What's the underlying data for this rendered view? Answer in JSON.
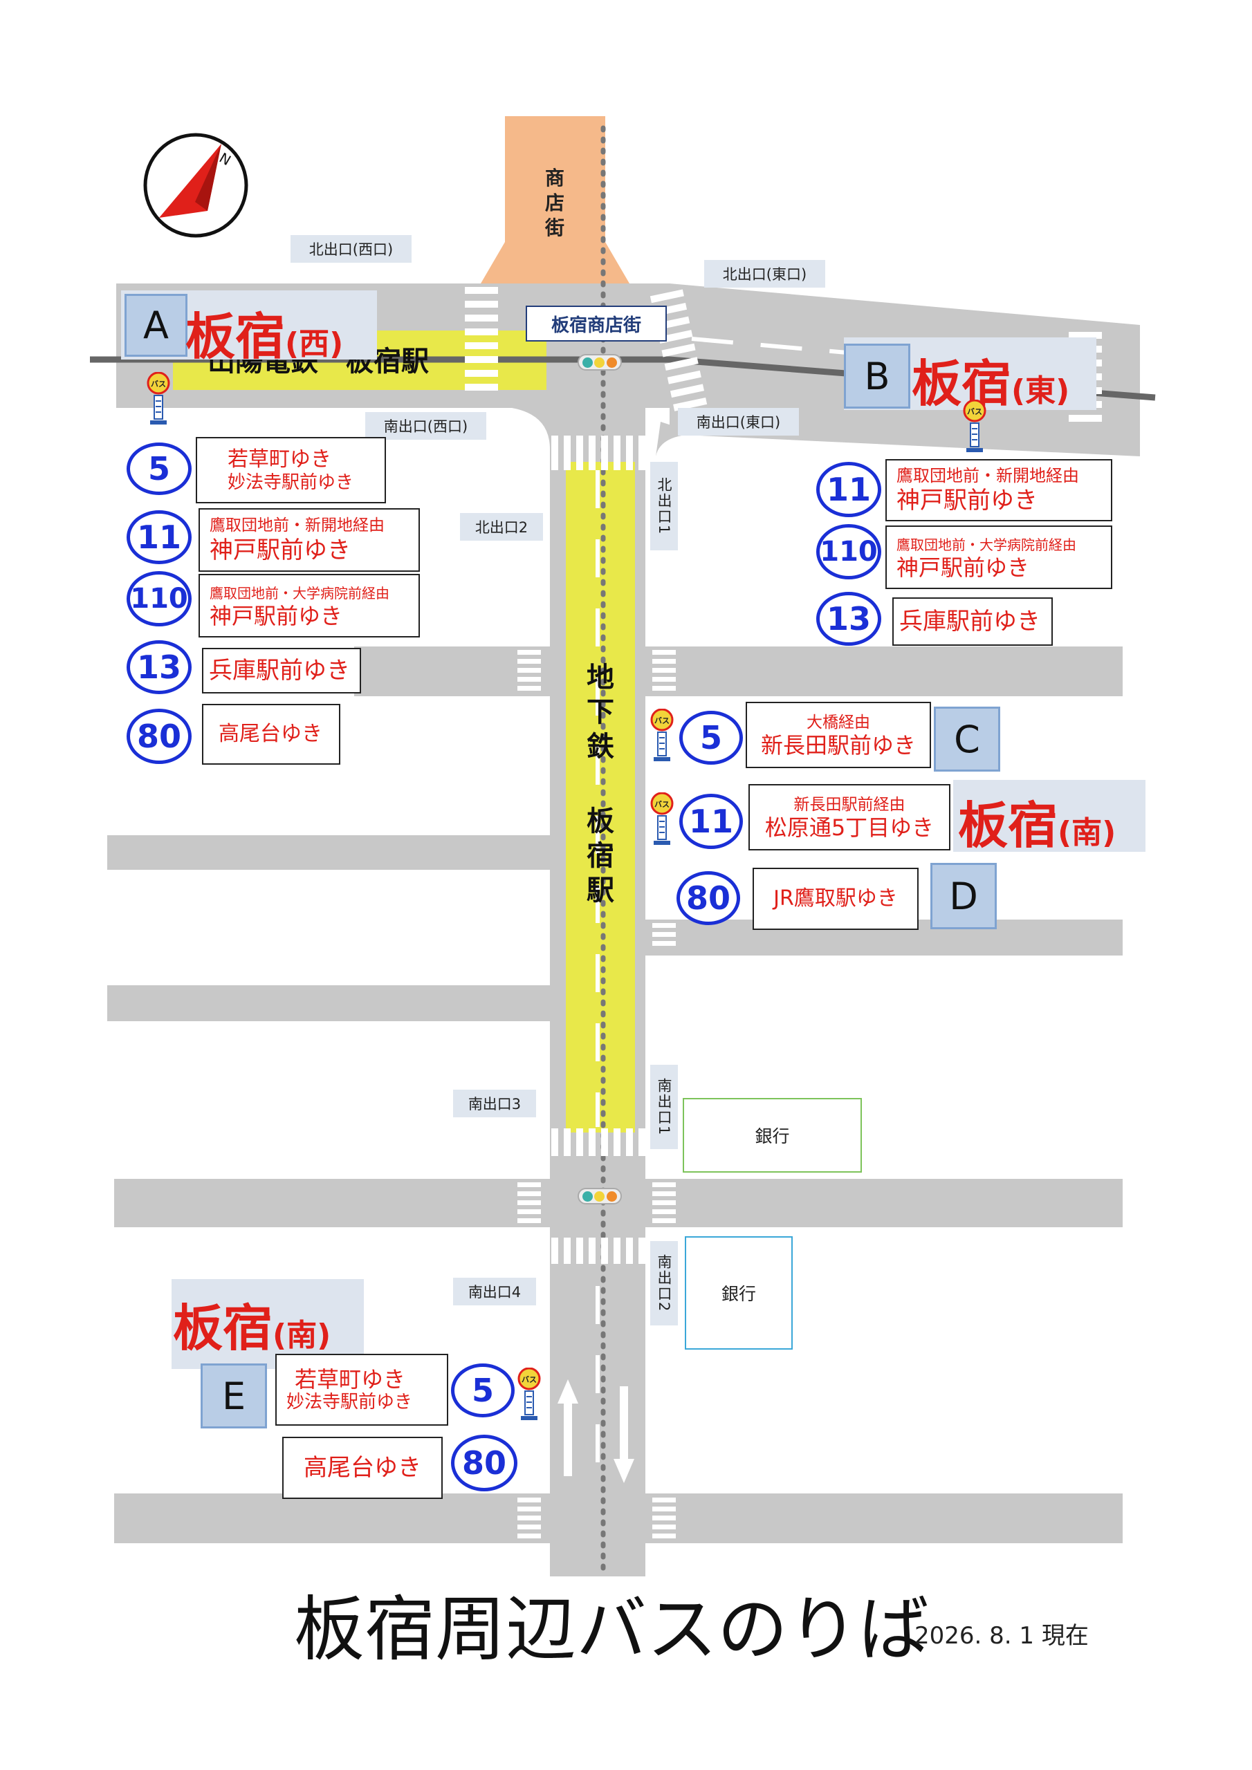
{
  "title": "板宿周辺バスのりば",
  "date": "2026. 8. 1 現在",
  "compass": {
    "label": "N"
  },
  "colors": {
    "route_blue": "#1a2fd6",
    "dest_red": "#e0201a",
    "station_yellow": "#e8e84a",
    "road_gray": "#c8c8c8",
    "stop_label_bg": "#b9cde6",
    "shotengai_orange": "#f5b98a"
  },
  "places": {
    "shotengai": "商店街",
    "shotengai_sign": "板宿商店街",
    "sanyo_station": "山陽電鉄　板宿駅",
    "subway_station_1": "地下鉄",
    "subway_station_2": "板宿駅",
    "bank_1": "銀行",
    "bank_2": "銀行"
  },
  "exits": {
    "north_west": "北出口(西口)",
    "north_east": "北出口(東口)",
    "south_west": "南出口(西口)",
    "south_east": "南出口(東口)",
    "north_1": "北出口1",
    "north_2": "北出口2",
    "south_1": "南出口1",
    "south_2": "南出口2",
    "south_3": "南出口3",
    "south_4": "南出口4"
  },
  "bus_icon_label": "バス",
  "stops": {
    "A": {
      "letter": "A",
      "area": "板宿",
      "dir": "(西)",
      "routes": [
        {
          "num": "5",
          "via": "若草町ゆき",
          "dest": "妙法寺駅前ゆき"
        },
        {
          "num": "11",
          "via": "鷹取団地前・新開地経由",
          "dest": "神戸駅前ゆき"
        },
        {
          "num": "110",
          "via": "鷹取団地前・大学病院前経由",
          "dest": "神戸駅前ゆき"
        },
        {
          "num": "13",
          "dest": "兵庫駅前ゆき"
        },
        {
          "num": "80",
          "dest": "高尾台ゆき"
        }
      ]
    },
    "B": {
      "letter": "B",
      "area": "板宿",
      "dir": "(東)",
      "routes": [
        {
          "num": "11",
          "via": "鷹取団地前・新開地経由",
          "dest": "神戸駅前ゆき"
        },
        {
          "num": "110",
          "via": "鷹取団地前・大学病院前経由",
          "dest": "神戸駅前ゆき"
        },
        {
          "num": "13",
          "dest": "兵庫駅前ゆき"
        }
      ]
    },
    "C": {
      "letter": "C",
      "routes": [
        {
          "num": "5",
          "via": "大橋経由",
          "dest": "新長田駅前ゆき"
        }
      ]
    },
    "south_label": {
      "area": "板宿",
      "dir": "(南)"
    },
    "D": {
      "letter": "D",
      "routes": [
        {
          "num": "11",
          "via": "新長田駅前経由",
          "dest": "松原通5丁目ゆき"
        },
        {
          "num": "80",
          "dest": "JR鷹取駅ゆき"
        }
      ]
    },
    "E": {
      "letter": "E",
      "area": "板宿",
      "dir": "(南)",
      "routes": [
        {
          "num": "5",
          "via": "若草町ゆき",
          "dest": "妙法寺駅前ゆき"
        },
        {
          "num": "80",
          "dest": "高尾台ゆき"
        }
      ]
    }
  }
}
